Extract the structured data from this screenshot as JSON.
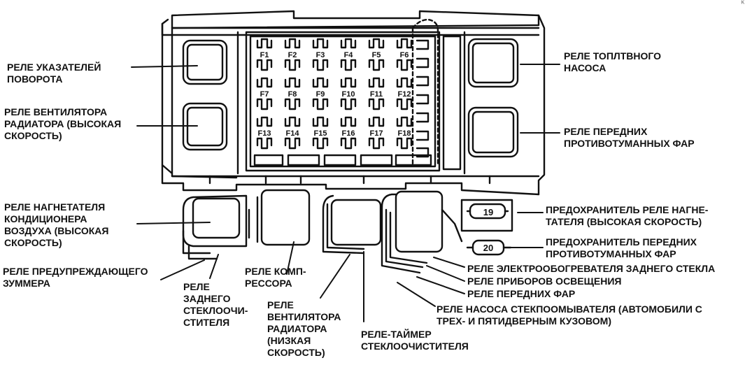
{
  "fuses": [
    "F1",
    "F2",
    "F3",
    "F4",
    "F5",
    "F6",
    "F7",
    "F8",
    "F9",
    "F10",
    "F11",
    "F12",
    "F13",
    "F14",
    "F15",
    "F16",
    "F17",
    "F18"
  ],
  "small_fuses": [
    "19",
    "20"
  ],
  "labels": {
    "turn_relay": "РЕЛЕ УКАЗАТЕЛЕЙ\nПОВОРОТА",
    "fan_high": "РЕЛЕ ВЕНТИЛЯТОРА\nРАДИАТОРА (ВЫСОКАЯ\nСКОРОСТЬ)",
    "ac_blower": "РЕЛЕ НАГНЕТАТЕЛЯ\nКОНДИЦИОНЕРА\nВОЗДУХА (ВЫСОКАЯ\nСКОРОСТЬ)",
    "warning_buzzer": "РЕЛЕ ПРЕДУПРЕЖДАЮЩЕГО\nЗУММЕРА",
    "rear_wiper": "РЕЛЕ\nЗАДНЕГО\nСТЕКЛООЧИ-\nСТИТЕЛЯ",
    "compressor": "РЕЛЕ КОМП-\nРЕССОРА",
    "fan_low": "РЕЛЕ\nВЕНТИЛЯТОРА\nРАДИАТОРА\n(НИЗКАЯ\nСКОРОСТЬ)",
    "wiper_timer": "РЕЛЕ-ТАЙМЕР\nСТЕКЛООЧИСТИТЕЛЯ",
    "fuel_pump": "РЕЛЕ ТОПЛТВНОГО\nНАСОСА",
    "fog_lamps": "РЕЛЕ ПЕРЕДНИХ\nПРОТИВОТУМАННЫХ ФАР",
    "blower_fuse": "ПРЕДОХРАНИТЕЛЬ РЕЛЕ НАГНЕ-\nТАТЕЛЯ (ВЫСОКАЯ СКОРОСТЬ)",
    "fog_fuse": "ПРЕДОХРАНИТЕЛЬ ПЕРЕДНИХ\nПРОТИВОТУМАННЫХ ФАР",
    "rear_heater": "РЕЛЕ ЭЛЕКТРООБОГРЕВАТЕЛЯ ЗАДНЕГО СТЕКЛА",
    "instrument_light": "РЕЛЕ ПРИБОРОВ ОСВЕЩЕНИЯ",
    "headlamps": "РЕЛЕ ПЕРЕДНИХ ФАР",
    "washer_pump": "РЕЛЕ НАСОСА СТЕКПООМЫВАТЕЛЯ (АВТОМОБИЛИ С\nТРЕХ- И ПЯТИДВЕРНЫМ КУЗОВОМ)"
  }
}
